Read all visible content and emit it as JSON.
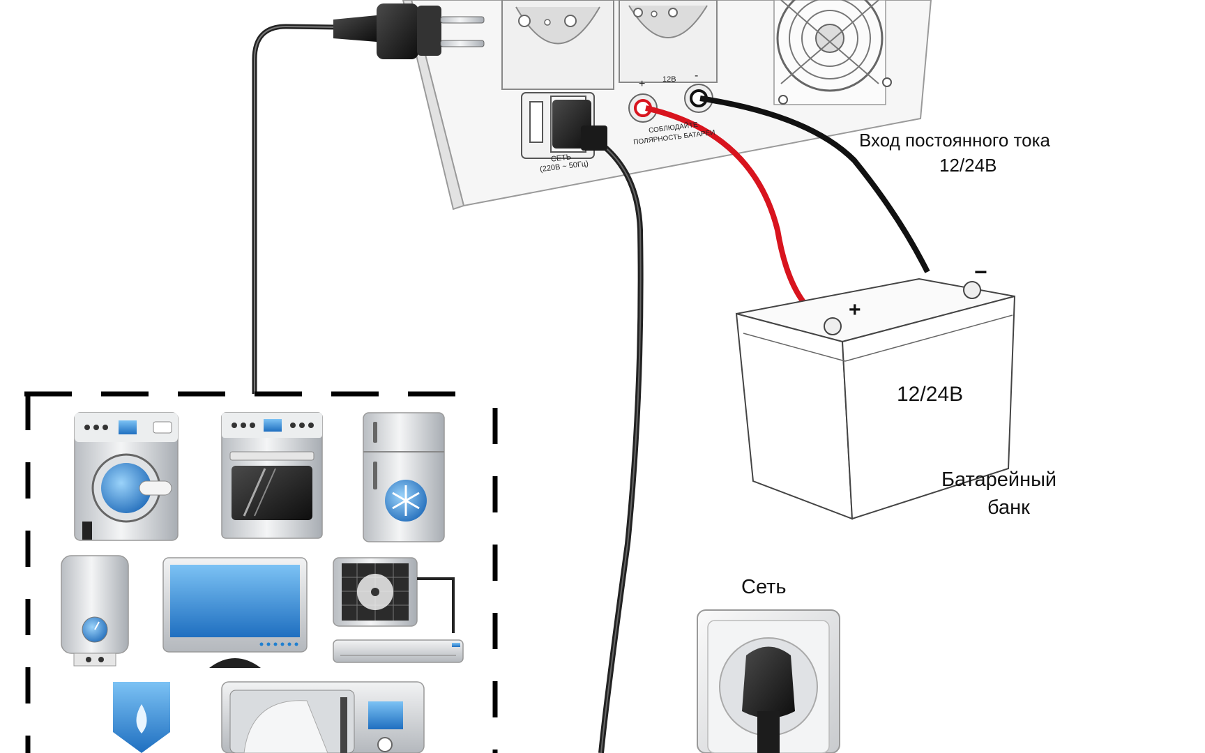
{
  "inverter": {
    "mains_label": "СЕТЬ",
    "mains_spec": "(220В ~ 50Гц)",
    "plus_sign": "+",
    "minus_sign": "-",
    "voltage_mark": "12В",
    "polarity_line1": "СОБЛЮДАЙТЕ",
    "polarity_line2": "ПОЛЯРНОСТЬ БАТАРЕИ"
  },
  "dc_input": {
    "line1": "Вход постоянного тока",
    "line2": "12/24В"
  },
  "battery": {
    "voltage": "12/24В",
    "plus": "+",
    "minus": "−",
    "caption_line1": "Батарейный",
    "caption_line2": "банк"
  },
  "wall_outlet": {
    "label": "Сеть"
  },
  "appliances": [
    {
      "name": "washing-machine-icon"
    },
    {
      "name": "oven-icon"
    },
    {
      "name": "refrigerator-icon"
    },
    {
      "name": "water-heater-icon"
    },
    {
      "name": "monitor-icon"
    },
    {
      "name": "air-conditioner-icon"
    },
    {
      "name": "water-cooler-icon"
    },
    {
      "name": "microwave-icon"
    }
  ],
  "colors": {
    "positive_cable": "#d8141e",
    "negative_cable": "#111111",
    "appliance_blue": "#1f7fd0"
  }
}
